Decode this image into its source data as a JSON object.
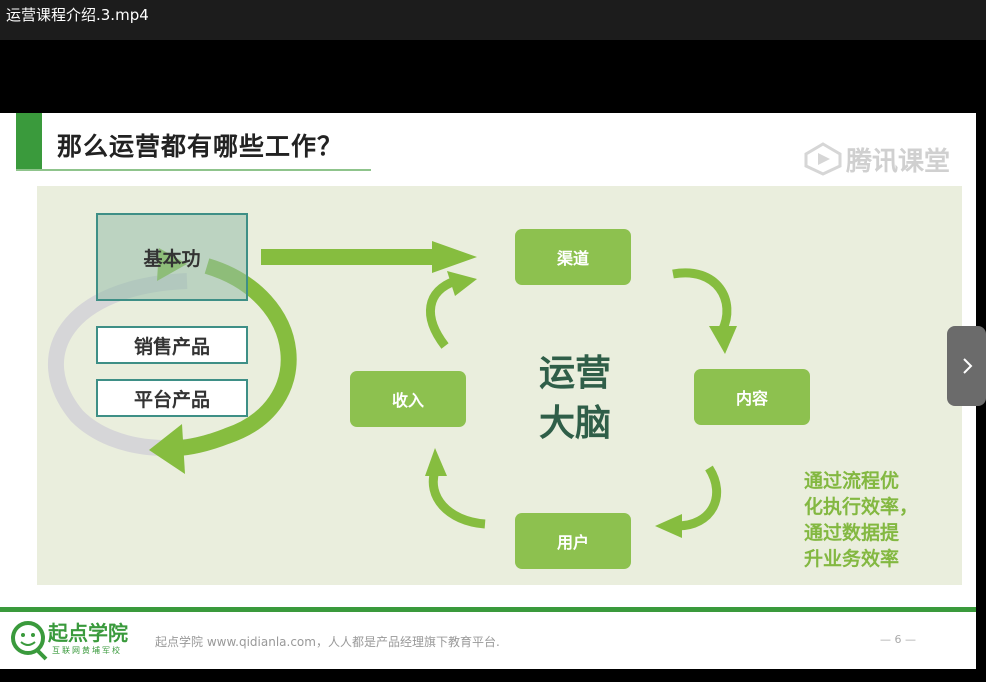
{
  "window": {
    "title": "运营课程介绍.3.mp4"
  },
  "slide": {
    "title": "那么运营都有哪些工作？",
    "watermark": "腾讯课堂",
    "left_boxes": {
      "basic": "基本功",
      "sales": "销售产品",
      "platform": "平台产品"
    },
    "cycle": {
      "channel": "渠道",
      "income": "收入",
      "content": "内容",
      "user": "用户",
      "center_line1": "运营",
      "center_line2": "大脑"
    },
    "side_note": [
      "通过流程优",
      "化执行效率，",
      "通过数据提",
      "升业务效率"
    ],
    "footer": {
      "logo_name": "起点学院",
      "logo_sub": "互联网黄埔军校",
      "text": "起点学院 www.qidianla.com，人人都是产品经理旗下教育平台.",
      "page": "— 6 —"
    },
    "colors": {
      "green_box": "#8dc14f",
      "title_accent": "#3a9a3c",
      "center_text": "#2f5e48"
    }
  },
  "player": {
    "next_icon": "chevron-right-icon"
  }
}
